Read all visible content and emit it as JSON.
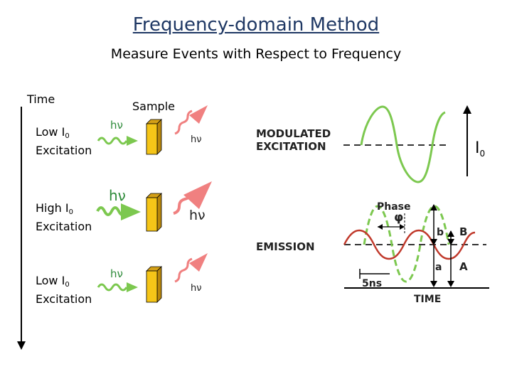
{
  "title": "Frequency-domain Method",
  "subtitle": "Measure Events with Respect to Frequency",
  "time_label": "Time",
  "sample_label": "Sample",
  "rows": [
    {
      "label_prefix": "Low I",
      "label_sub": "0",
      "label_suffix": "Excitation",
      "excitation_hv": "hν",
      "emission_hv": "hν"
    },
    {
      "label_prefix": "High I",
      "label_sub": "0",
      "label_suffix": "Excitation",
      "excitation_hv": "hν",
      "emission_hv": "hν"
    },
    {
      "label_prefix": "Low I",
      "label_sub": "0",
      "label_suffix": "Excitation",
      "excitation_hv": "hν",
      "emission_hv": "hν"
    }
  ],
  "intensity_label": "I",
  "intensity_sub": "0",
  "modulated_line1": "MODULATED",
  "modulated_line2": "EXCITATION",
  "emission_label": "EMISSION",
  "phase_label": "Phase",
  "phi_symbol": "φ",
  "b_label": "b",
  "B_label": "B",
  "a_label": "a",
  "A_label": "A",
  "scale_label": "5ns",
  "time_axis_label": "TIME",
  "colors": {
    "title": "#1f3864",
    "excitation": "#7cc84f",
    "emission": "#f08080",
    "sample": "#f5c518",
    "emission_wave": "#c0392b"
  }
}
